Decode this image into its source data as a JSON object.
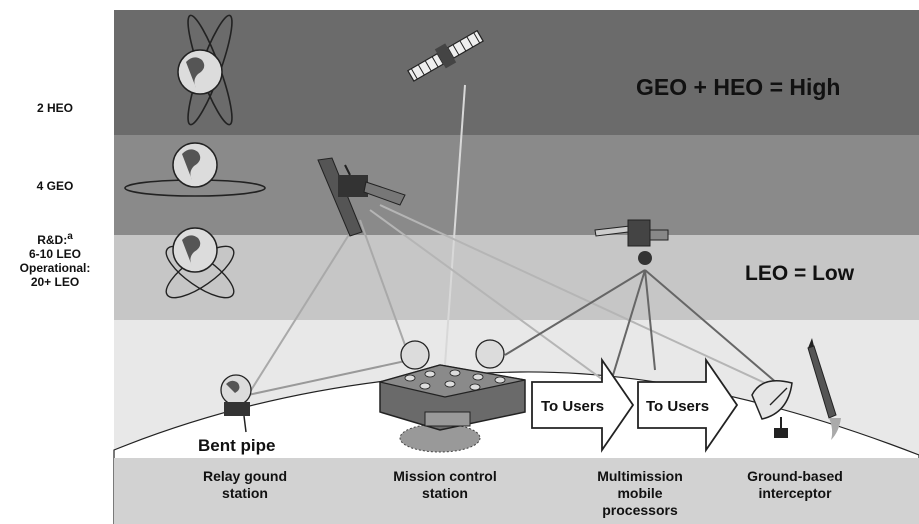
{
  "side_labels": {
    "heo": "2 HEO",
    "geo": "4 GEO",
    "rd_prefix": "R&D:",
    "rd_sup": "a",
    "leo_line1": "6-10 LEO",
    "leo_line2": "Operational:",
    "leo_line3": "20+ LEO"
  },
  "bands": {
    "high": "GEO + HEO = High",
    "low": "LEO = Low"
  },
  "arrows": [
    "To Users",
    "To Users"
  ],
  "bent_pipe": "Bent pipe",
  "ground_stations": {
    "relay": [
      "Relay gound",
      "station"
    ],
    "mission": [
      "Mission control",
      "station"
    ],
    "multimission": [
      "Multimission",
      "mobile",
      "processors"
    ],
    "interceptor": [
      "Ground-based",
      "interceptor"
    ]
  },
  "colors": {
    "high_band": "#6b6b6b",
    "mid_band": "#8c8c8c",
    "low_band": "#c4c4c4",
    "sky": "#e4e4e4",
    "ground": "#d0d0d0"
  }
}
